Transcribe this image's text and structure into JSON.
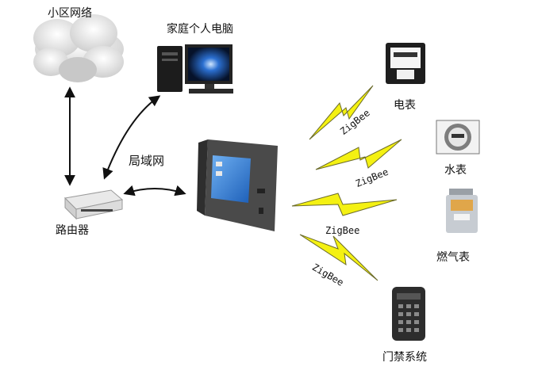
{
  "labels": {
    "community_network": "小区网络",
    "home_pc": "家庭个人电脑",
    "lan": "局域网",
    "router": "路由器",
    "electric_meter": "电表",
    "water_meter": "水表",
    "gas_meter": "燃气表",
    "access_control": "门禁系统"
  },
  "zigbee_links": [
    "ZigBee",
    "ZigBee",
    "ZigBee",
    "ZigBee"
  ],
  "colors": {
    "lightning_fill": "#f4f112",
    "lightning_stroke": "#6b6b2a",
    "arrow": "#111111",
    "panel": "#3d3d3d",
    "screen": "#3a7fd6"
  }
}
